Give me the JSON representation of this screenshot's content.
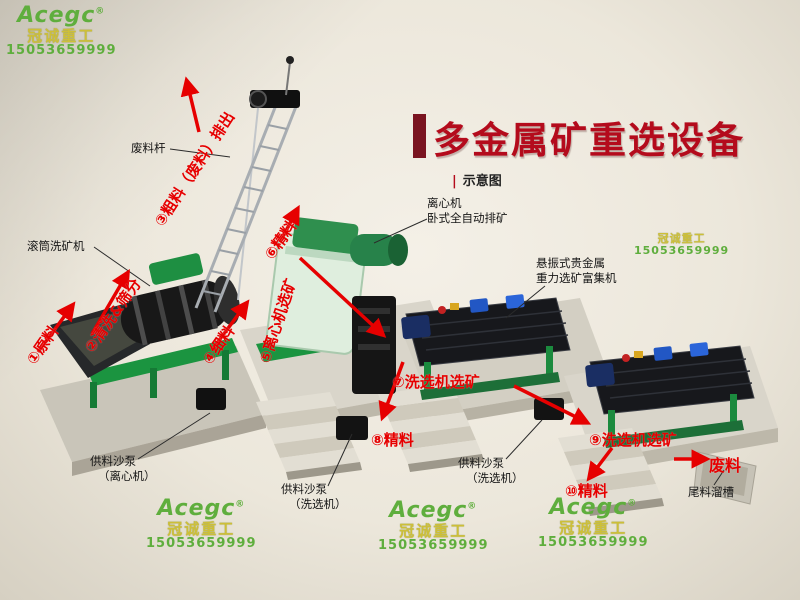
{
  "title": {
    "text": "多金属矿重选设备",
    "subtitle_prefix": "|",
    "subtitle": "示意图"
  },
  "watermark": {
    "brand": "Acegc",
    "reg": "®",
    "company": "冠诚重工",
    "phone": "15053659999"
  },
  "flow_labels": {
    "f1": "①原料",
    "f2": "②清洗&筛分",
    "f3": "③粗料（废料）排出",
    "f4": "④细料",
    "f5": "⑤离心机选矿",
    "f6": "⑥精料",
    "f7": "⑦洗选机选矿",
    "f8": "⑧精料",
    "f9": "⑨洗选机选矿",
    "f10": "⑩精料",
    "f11": "废料"
  },
  "equipment_labels": {
    "waste_rod": "废料杆",
    "drum_washer": "滚筒洗矿机",
    "centrifuge_1": "离心机",
    "centrifuge_2": "卧式全自动排矿",
    "shaker_1": "悬振式贵金属",
    "shaker_2": "重力选矿富集机",
    "pump_centrifuge_1": "供料沙泵",
    "pump_centrifuge_2": "（离心机）",
    "pump_washer1_1": "供料沙泵",
    "pump_washer1_2": "（洗选机）",
    "pump_washer2_1": "供料沙泵",
    "pump_washer2_2": "（洗选机）",
    "tailings_chute": "尾料溜槽"
  },
  "colors": {
    "title_red": "#b40b1c",
    "flow_red": "#e60000",
    "watermark_green": "#5fae3d",
    "watermark_yellow": "#cdbf38",
    "machine_green": "#1b9440",
    "background": "#ece7db"
  }
}
